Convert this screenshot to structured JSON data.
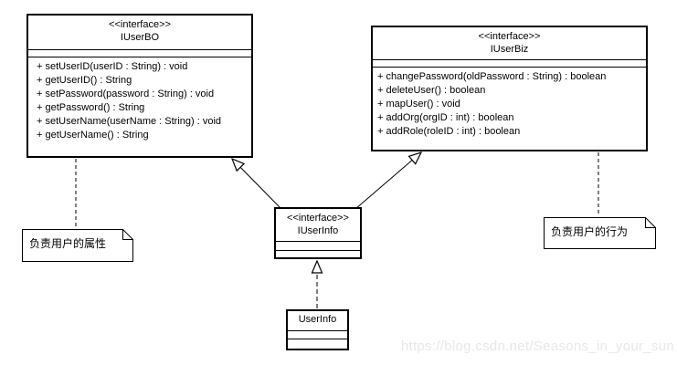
{
  "colors": {
    "background": "#ffffff",
    "line": "#000000",
    "box_fill": "#ffffff",
    "watermark": "#e8e8e8"
  },
  "classes": {
    "iuserbo": {
      "stereotype": "<<interface>>",
      "name": "IUserBO",
      "methods": [
        "+ setUserID(userID : String) : void",
        "+ getUserID() : String",
        "+ setPassword(password : String) : void",
        "+ getPassword() : String",
        "+ setUserName(userName : String) : void",
        "+ getUserName() : String"
      ]
    },
    "iuserbiz": {
      "stereotype": "<<interface>>",
      "name": "IUserBiz",
      "methods": [
        "+ changePassword(oldPassword : String) : boolean",
        "+ deleteUser() : boolean",
        "+ mapUser() : void",
        "+ addOrg(orgID : int) : boolean",
        "+ addRole(roleID : int) : boolean"
      ]
    },
    "iuserinfo": {
      "stereotype": "<<interface>>",
      "name": "IUserInfo",
      "methods": []
    },
    "userinfo": {
      "name": "UserInfo",
      "methods": []
    }
  },
  "notes": {
    "left": {
      "text": "负责用户的属性"
    },
    "right": {
      "text": "负责用户的行为"
    }
  },
  "relationships": [
    {
      "type": "generalization",
      "from": "IUserInfo",
      "to": "IUserBO",
      "line": "solid",
      "arrow": "hollow-triangle"
    },
    {
      "type": "generalization",
      "from": "IUserInfo",
      "to": "IUserBiz",
      "line": "solid",
      "arrow": "hollow-triangle"
    },
    {
      "type": "realization",
      "from": "UserInfo",
      "to": "IUserInfo",
      "line": "dashed",
      "arrow": "hollow-triangle"
    },
    {
      "type": "note-anchor",
      "from": "note-left",
      "to": "IUserBO",
      "line": "dashed",
      "arrow": "none"
    },
    {
      "type": "note-anchor",
      "from": "note-right",
      "to": "IUserBiz",
      "line": "dashed",
      "arrow": "none"
    }
  ],
  "watermark": {
    "text": "https://blog.csdn.net/Seasons_in_your_sun"
  }
}
